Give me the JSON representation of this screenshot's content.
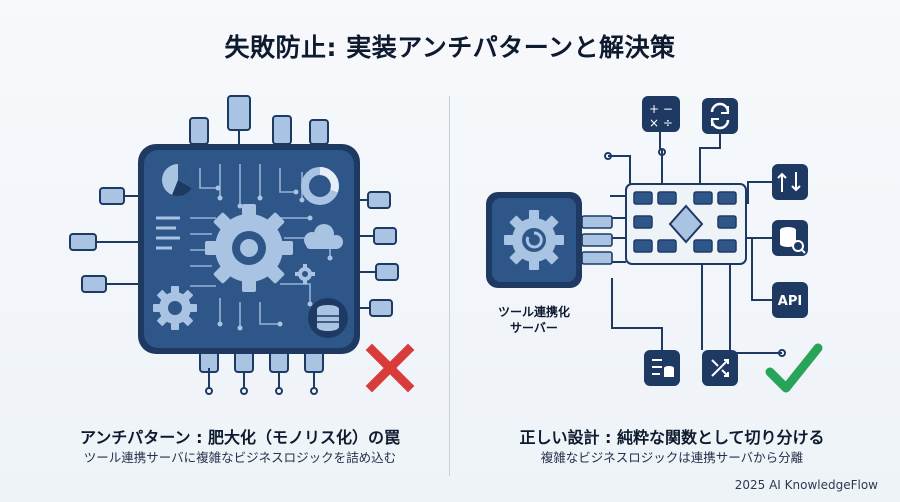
{
  "title": "失敗防止: 実装アンチパターンと解決策",
  "left": {
    "heading": "アンチパターン : 肥大化（モノリス化）の罠",
    "description": "ツール連携サーバに複雑なビジネスロジックを詰め込む"
  },
  "right": {
    "server_label_line1": "ツール連携化",
    "server_label_line2": "サーバー",
    "api_label": "API",
    "heading": "正しい設計 : 純粋な関数として切り分ける",
    "description": "複雑なビジネスロジックは連携サーバから分離"
  },
  "footer": "2025 AI KnowledgeFlow",
  "colors": {
    "navy": "#1e3a63",
    "chip_blue": "#2f5688",
    "light_blue": "#a9c3e2",
    "wrong_red": "#d93a3a",
    "correct_green": "#27a35a"
  }
}
